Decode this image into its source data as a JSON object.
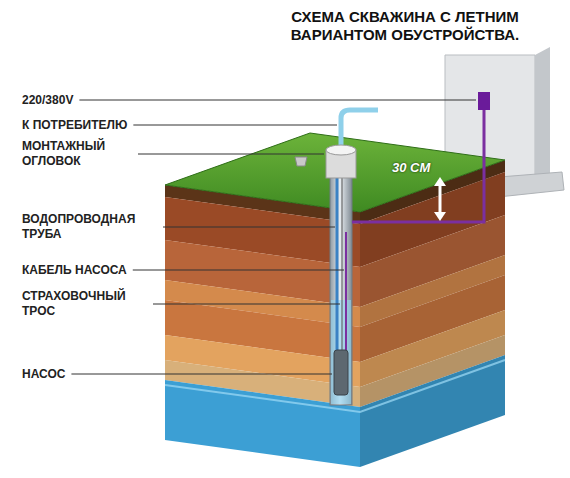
{
  "diagram": {
    "title": "СХЕМА СКВАЖИНА С ЛЕТНИМ ВАРИАНТОМ ОБУСТРОЙСТВА.",
    "labels": [
      "220/380V",
      "К ПОТРЕБИТЕЛЮ",
      "МОНТАЖНЫЙ ОГЛОВОК",
      "30 СМ",
      "ВОДОПРОВОДНАЯ ТРУБА",
      "КАБЕЛЬ НАСОСА",
      "СТРАХОВОЧНЫЙ ТРОС",
      "НАСОС"
    ]
  }
}
